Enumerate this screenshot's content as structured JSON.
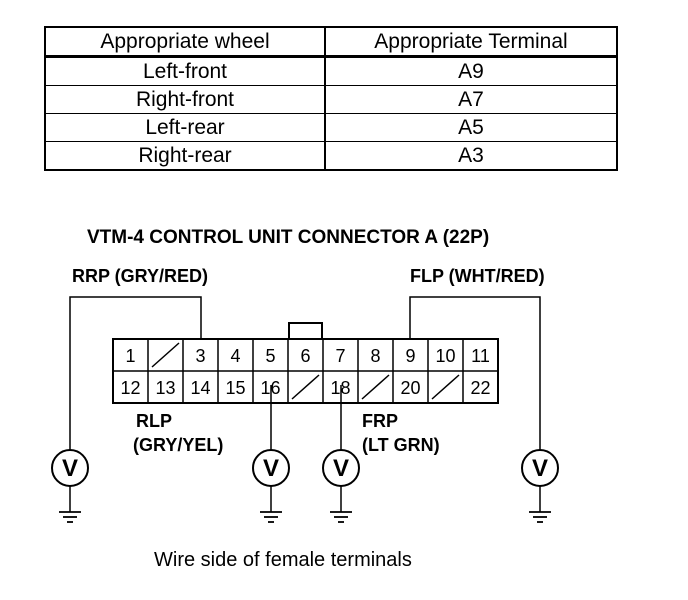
{
  "table": {
    "headers": [
      "Appropriate wheel",
      "Appropriate Terminal"
    ],
    "rows": [
      {
        "wheel": "Left-front",
        "terminal": "A9"
      },
      {
        "wheel": "Right-front",
        "terminal": "A7"
      },
      {
        "wheel": "Left-rear",
        "terminal": "A5"
      },
      {
        "wheel": "Right-rear",
        "terminal": "A3"
      }
    ]
  },
  "diagram": {
    "title": "VTM-4 CONTROL UNIT CONNECTOR A (22P)",
    "rrp_label": "RRP (GRY/RED)",
    "flp_label": "FLP (WHT/RED)",
    "rlp_label_1": "RLP",
    "rlp_label_2": "(GRY/YEL)",
    "frp_label_1": "FRP",
    "frp_label_2": "(LT GRN)",
    "caption": "Wire side of female terminals",
    "voltmeter_symbol": "V",
    "pins_row1": [
      "1",
      "",
      "3",
      "4",
      "5",
      "6",
      "7",
      "8",
      "9",
      "10",
      "11"
    ],
    "pins_row2": [
      "12",
      "13",
      "14",
      "15",
      "16",
      "",
      "18",
      "",
      "20",
      "",
      "22"
    ]
  }
}
